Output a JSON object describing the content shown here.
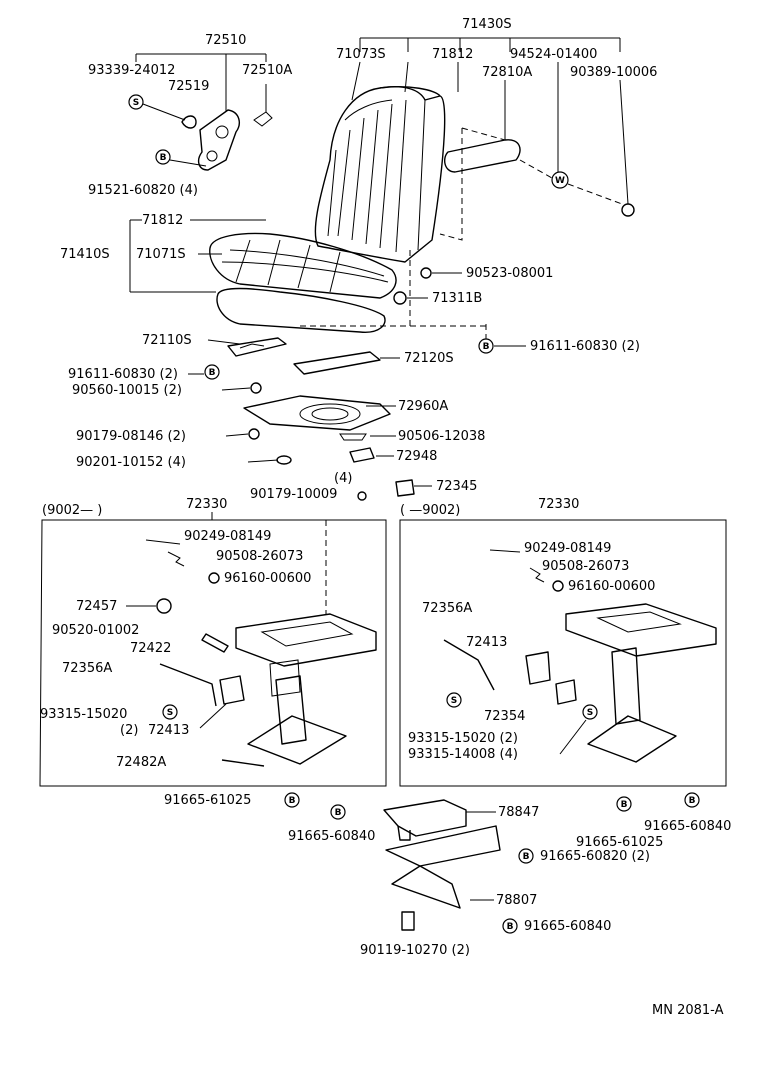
{
  "diagram_code": "MN 2081-A",
  "sections": {
    "left_range": "(9002—       )",
    "right_range": "(       —9002)"
  },
  "symbols": {
    "S": "S",
    "B": "B",
    "W": "W"
  },
  "parts": {
    "p71430S": "71430S",
    "p71073S": "71073S",
    "p71812_top": "71812",
    "p94524": "94524-01400",
    "p72810A": "72810A",
    "p90389": "90389-10006",
    "p72510": "72510",
    "p93339": "93339-24012",
    "p72519": "72519",
    "p72510A": "72510A",
    "p91521": "91521-60820 (4)",
    "p71812_mid": "71812",
    "p71410S": "71410S",
    "p71071S": "71071S",
    "p90523": "90523-08001",
    "p71311B": "71311B",
    "p72110S": "72110S",
    "p91611_right": "91611-60830 (2)",
    "p91611_left": "91611-60830 (2)",
    "p72120S": "72120S",
    "p90560": "90560-10015 (2)",
    "p72960A": "72960A",
    "p90179_08146": "90179-08146 (2)",
    "p90506": "90506-12038",
    "p90201": "90201-10152 (4)",
    "p72948": "72948",
    "p4": "(4)",
    "p90179_10009": "90179-10009",
    "p72345": "72345",
    "p72330_left": "72330",
    "p72330_right": "72330",
    "pL90249": "90249-08149",
    "pL90508": "90508-26073",
    "pL96160": "96160-00600",
    "pL72457": "72457",
    "pL90520": "90520-01002",
    "pL72422": "72422",
    "pL72356A": "72356A",
    "pL93315": "93315-15020",
    "pL2": "(2)",
    "pL72413": "72413",
    "pL72482A": "72482A",
    "pR90249": "90249-08149",
    "pR90508": "90508-26073",
    "pR96160": "96160-00600",
    "pR72356A": "72356A",
    "pR72413": "72413",
    "pR93315_15020": "93315-15020 (2)",
    "pR72354": "72354",
    "pR93315_14008": "93315-14008 (4)",
    "p91665_61025_l": "91665-61025",
    "p91665_60840_l": "91665-60840",
    "p78847": "78847",
    "p91665_60820": "91665-60820 (2)",
    "p78807": "78807",
    "p91665_60840_b": "91665-60840",
    "p90119": "90119-10270 (2)",
    "p91665_61025_r": "91665-61025",
    "p91665_60840_r": "91665-60840"
  }
}
